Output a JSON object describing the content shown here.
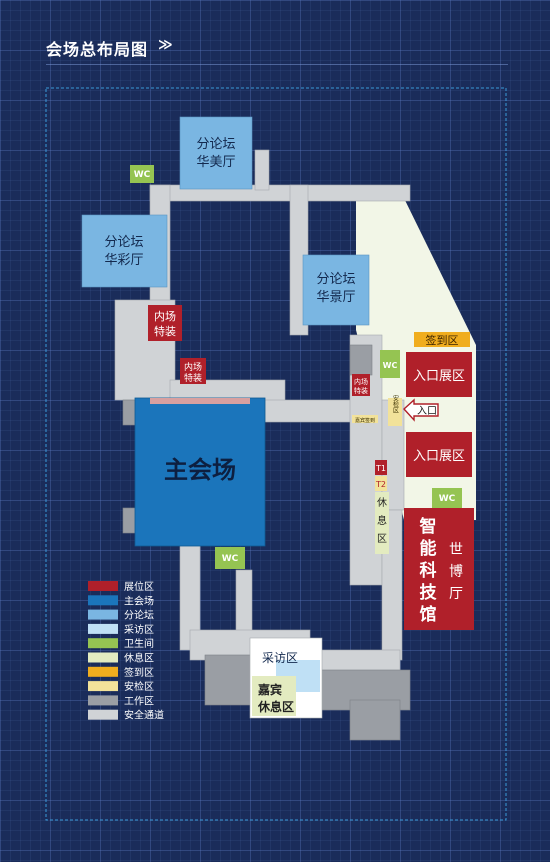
{
  "page": {
    "title": "会场总布局图",
    "title_arrow": "≫"
  },
  "colors": {
    "background": "#1a2c5a",
    "exhibit": "#b0202a",
    "main_hall": "#1b75bb",
    "forum": "#7ab6e2",
    "interview": "#bfe0f5",
    "restroom": "#95c452",
    "lounge": "#e3ebc0",
    "signin": "#f0ad1e",
    "security": "#f2e29a",
    "work": "#9a9ea4",
    "corridor": "#d0d3d6",
    "entrance_zone": "#f2f6e7"
  },
  "map": {
    "forum_huamei": {
      "line1": "分论坛",
      "line2": "华美厅"
    },
    "forum_huacai": {
      "line1": "分论坛",
      "line2": "华彩厅"
    },
    "forum_huajing": {
      "line1": "分论坛",
      "line2": "华景厅"
    },
    "inner_special_1": {
      "line1": "内场",
      "line2": "特装"
    },
    "inner_special_2": {
      "line1": "内场",
      "line2": "特装"
    },
    "inner_special_3": {
      "line1": "内场",
      "line2": "特装"
    },
    "main_hall": "主会场",
    "signin": "签到区",
    "entrance_exhibit_1": "入口展区",
    "entrance_exhibit_2": "入口展区",
    "entrance": "入口",
    "security": "安检区",
    "security_small": "嘉宾签到",
    "t1": "T1",
    "t2": "T2",
    "lounge_vertical": [
      "休",
      "息",
      "区"
    ],
    "wc": "WC",
    "smart_hall": {
      "col1": [
        "智",
        "能",
        "科",
        "技",
        "馆"
      ],
      "col2": [
        "世",
        "博",
        "厅"
      ]
    },
    "interview": "采访区",
    "vip_lounge": {
      "line1": "嘉宾",
      "line2": "休息区"
    }
  },
  "legend": [
    {
      "label": "展位区",
      "color": "#b0202a"
    },
    {
      "label": "主会场",
      "color": "#1b75bb"
    },
    {
      "label": "分论坛",
      "color": "#7ab6e2"
    },
    {
      "label": "采访区",
      "color": "#bfe0f5"
    },
    {
      "label": "卫生间",
      "color": "#95c452"
    },
    {
      "label": "休息区",
      "color": "#e3ebc0"
    },
    {
      "label": "签到区",
      "color": "#f0ad1e"
    },
    {
      "label": "安检区",
      "color": "#f2e29a"
    },
    {
      "label": "工作区",
      "color": "#9a9ea4"
    },
    {
      "label": "安全通道",
      "color": "#d0d3d6"
    }
  ]
}
